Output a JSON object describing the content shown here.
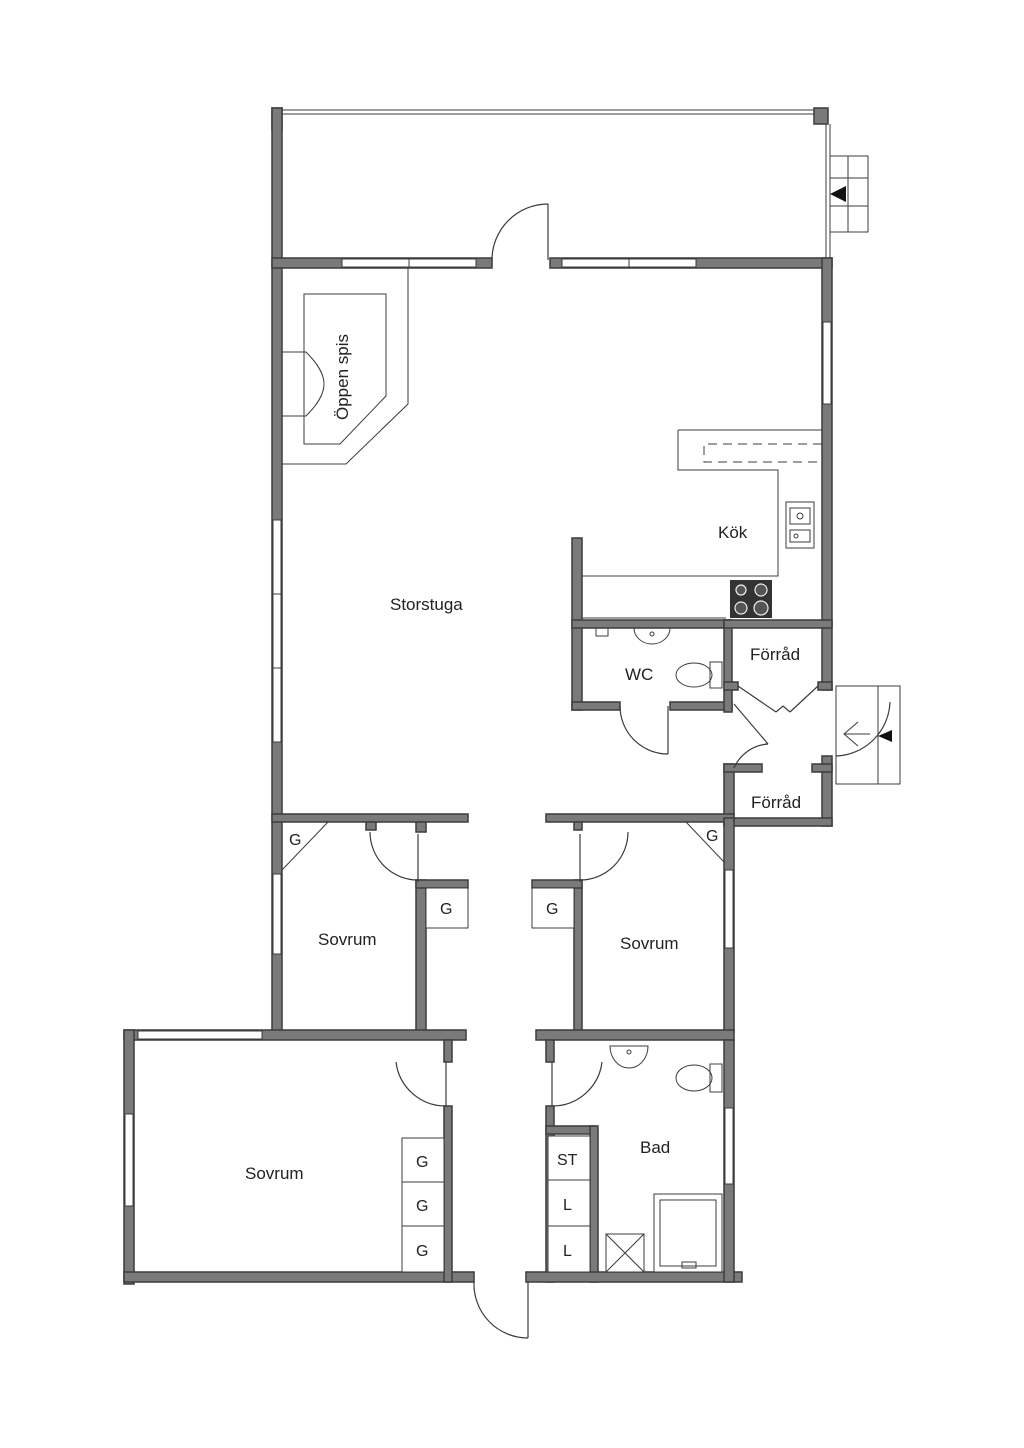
{
  "rooms": {
    "fireplace": "Öppen spis",
    "kitchen": "Kök",
    "living": "Storstuga",
    "wc": "WC",
    "storage_upper": "Förråd",
    "storage_lower": "Förråd",
    "bedroom_left": "Sovrum",
    "bedroom_right": "Sovrum",
    "bedroom_large": "Sovrum",
    "bath": "Bad"
  },
  "closets": {
    "g_corner_left": "G",
    "g_corner_right": "G",
    "g_hall_left": "G",
    "g_hall_right": "G",
    "g_stack_1": "G",
    "g_stack_2": "G",
    "g_stack_3": "G",
    "st": "ST",
    "l_1": "L",
    "l_2": "L"
  },
  "colors": {
    "wall_fill": "#7a7a7a",
    "line": "#3c3c3c",
    "background": "#ffffff"
  }
}
